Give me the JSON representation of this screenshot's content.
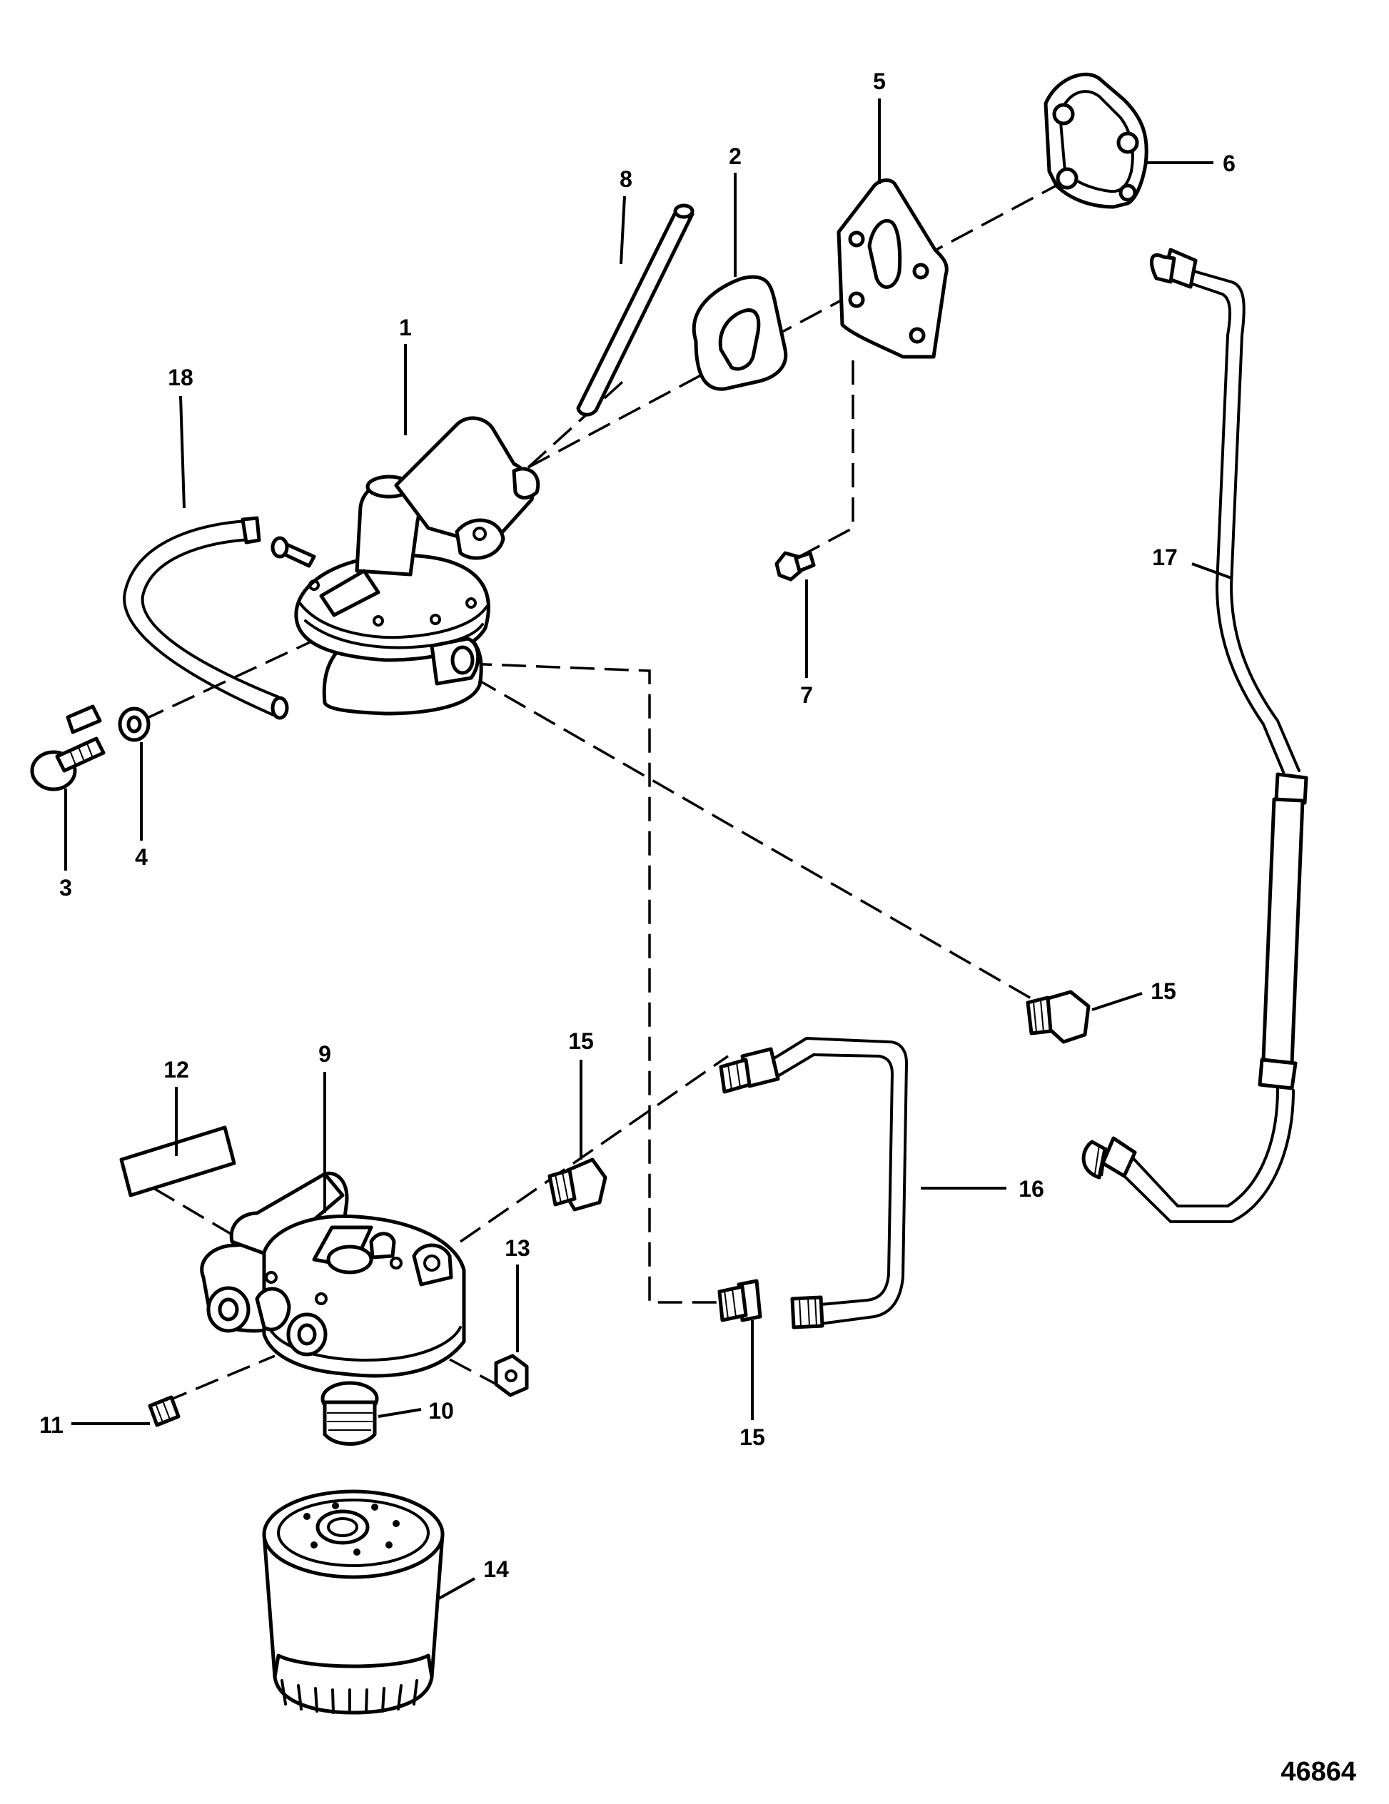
{
  "figure_number": "46864",
  "callouts": [
    {
      "id": "c1",
      "text": "1"
    },
    {
      "id": "c2",
      "text": "2"
    },
    {
      "id": "c3",
      "text": "3"
    },
    {
      "id": "c4",
      "text": "4"
    },
    {
      "id": "c5",
      "text": "5"
    },
    {
      "id": "c6",
      "text": "6"
    },
    {
      "id": "c7",
      "text": "7"
    },
    {
      "id": "c8",
      "text": "8"
    },
    {
      "id": "c9",
      "text": "9"
    },
    {
      "id": "c10",
      "text": "10"
    },
    {
      "id": "c11",
      "text": "11"
    },
    {
      "id": "c12",
      "text": "12"
    },
    {
      "id": "c13",
      "text": "13"
    },
    {
      "id": "c14",
      "text": "14"
    },
    {
      "id": "c15a",
      "text": "15"
    },
    {
      "id": "c15b",
      "text": "15"
    },
    {
      "id": "c15c",
      "text": "15"
    },
    {
      "id": "c16",
      "text": "16"
    },
    {
      "id": "c17",
      "text": "17"
    },
    {
      "id": "c18",
      "text": "18"
    }
  ]
}
